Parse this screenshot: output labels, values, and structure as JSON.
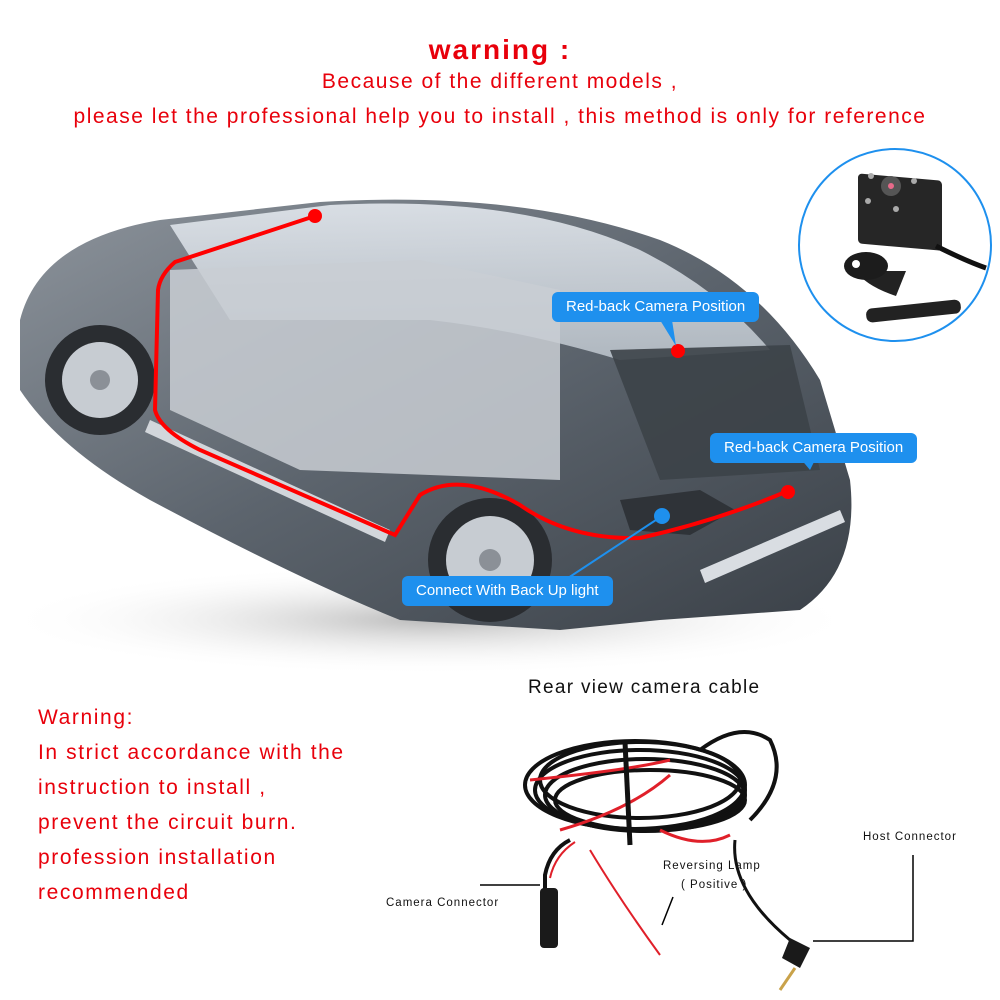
{
  "header": {
    "title": "warning :",
    "line1": "Because of the different models ,",
    "line2": "please let the professional help you to install , this method is only for reference"
  },
  "callouts": [
    {
      "label": "Red-back Camera Position"
    },
    {
      "label": "Red-back Camera Position"
    },
    {
      "label": "Connect With Back Up light"
    }
  ],
  "warning_block": {
    "lines": [
      "Warning:",
      "In strict accordance with the",
      "instruction to install ,",
      "prevent the circuit burn.",
      "profession installation",
      "recommended"
    ]
  },
  "cable": {
    "title": "Rear view camera cable",
    "labels": {
      "camera_connector": "Camera Connector",
      "reversing_lamp": "Reversing Lamp",
      "reversing_lamp_sub": "( Positive )",
      "host_connector": "Host Connector"
    }
  },
  "colors": {
    "warning_red": "#e8000b",
    "callout_blue": "#1e90ee",
    "wire_red": "#ff0000"
  }
}
